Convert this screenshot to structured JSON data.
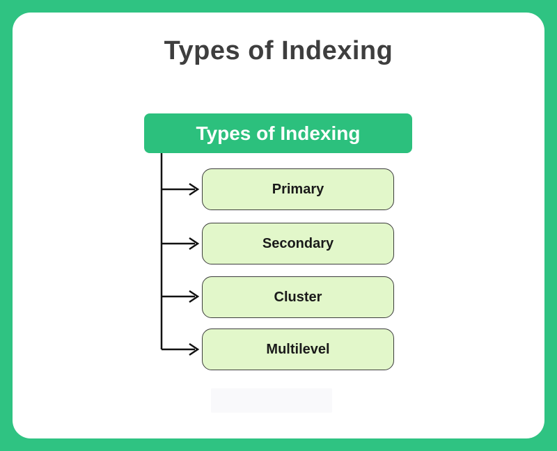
{
  "page": {
    "title": "Types of Indexing"
  },
  "diagram": {
    "root": {
      "label": "Types of Indexing"
    },
    "children": [
      {
        "label": "Primary"
      },
      {
        "label": "Secondary"
      },
      {
        "label": "Cluster"
      },
      {
        "label": "Multilevel"
      }
    ]
  },
  "colors": {
    "frame_green": "#2fc382",
    "header_green": "#2cc07d",
    "card_white": "#ffffff",
    "node_fill": "#e2f7ca",
    "node_border": "#3c3c3c",
    "connector": "#111111",
    "title_text": "#3e3e3e",
    "node_text": "#1a1a1a",
    "watermark_fill": "#f9f9fb"
  }
}
